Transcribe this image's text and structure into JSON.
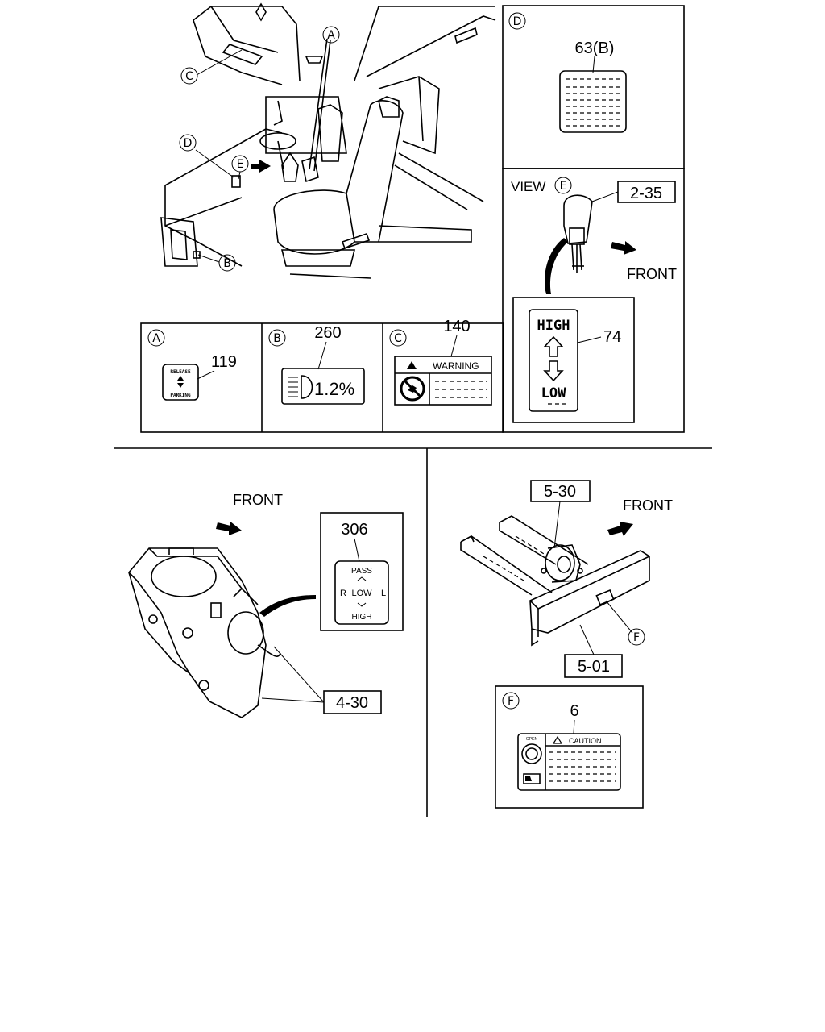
{
  "callouts": {
    "a": "A",
    "b": "B",
    "c": "C",
    "d": "D",
    "e": "E",
    "f": "F"
  },
  "numbers": {
    "n63b": "63(B)",
    "n119": "119",
    "n260": "260",
    "n140": "140",
    "n74": "74",
    "n306": "306",
    "n6": "6"
  },
  "refs": {
    "r235": "2-35",
    "r430": "4-30",
    "r530": "5-30",
    "r501": "5-01"
  },
  "labels": {
    "view": "VIEW",
    "front": "FRONT"
  },
  "decals": {
    "release": "RELEASE",
    "parking": "PARKING",
    "headlamp": "1.2%",
    "warning": "WARNING",
    "high": "HIGH",
    "low": "LOW",
    "pass": "PASS",
    "r": "R",
    "l": "L",
    "low_center": "LOW",
    "high_bottom": "HIGH",
    "caution": "CAUTION",
    "open": "OPEN"
  },
  "icons": [
    "warning-triangle-icon",
    "no-symbol-icon",
    "headlamp-icon",
    "arrow-up-icon",
    "arrow-down-icon",
    "front-arrow-icon",
    "lock-knob-icon"
  ]
}
